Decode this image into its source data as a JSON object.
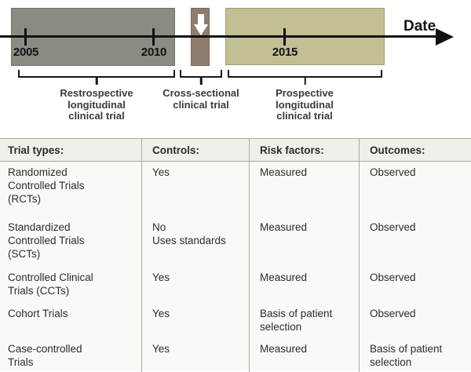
{
  "timeline": {
    "axis_label": "Date",
    "periods": [
      {
        "name": "retrospective",
        "year_start": "2005",
        "year_end": "2010",
        "label": "Restrospective\nlongitudinal\nclinical trial",
        "color": "#8b8a83"
      },
      {
        "name": "cross-sectional",
        "label": "Cross-sectional\nclinical trial",
        "color": "#8f7e6f",
        "marker": "down-arrow"
      },
      {
        "name": "prospective",
        "year": "2015",
        "label": "Prospective\nlongitudinal\nclinical trial",
        "color": "#c2bf92"
      }
    ]
  },
  "table": {
    "headers": [
      "Trial types:",
      "Controls:",
      "Risk factors:",
      "Outcomes:"
    ],
    "rows": [
      {
        "trial_type": "Randomized\nControlled Trials\n(RCTs)",
        "controls": "Yes",
        "risk_factors": "Measured",
        "outcomes": "Observed"
      },
      {
        "trial_type": "Standardized\nControlled Trials\n(SCTs)",
        "controls": "No\nUses standards",
        "risk_factors": "Measured",
        "outcomes": "Observed"
      },
      {
        "trial_type": "Controlled Clinical\nTrials (CCTs)",
        "controls": "Yes",
        "risk_factors": "Measured",
        "outcomes": "Observed"
      },
      {
        "trial_type": "Cohort Trials",
        "controls": "Yes",
        "risk_factors": "Basis of patient\nselection",
        "outcomes": "Observed"
      },
      {
        "trial_type": "Case-controlled\nTrials",
        "controls": "Yes",
        "risk_factors": "Measured",
        "outcomes": "Basis of patient\nselection"
      }
    ]
  }
}
